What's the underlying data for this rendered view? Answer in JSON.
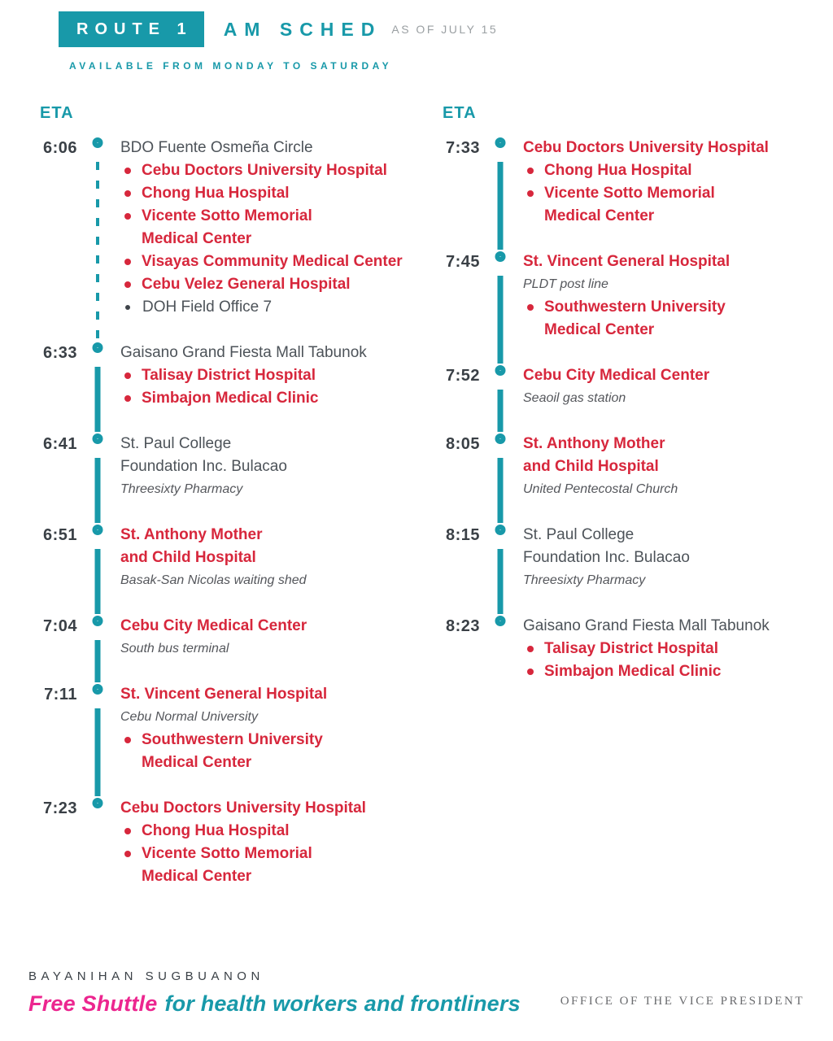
{
  "header": {
    "route_badge": "ROUTE 1",
    "sched_label": "AM SCHED",
    "as_of": "AS OF JULY 15",
    "availability": "AVAILABLE FROM MONDAY TO SATURDAY"
  },
  "eta_label": "ETA",
  "colors": {
    "teal": "#1899a9",
    "red": "#d7273c",
    "magenta": "#ec268f",
    "dark_text": "#3a4046",
    "gray_italic": "#55575c",
    "muted_gray": "#9ba0a3"
  },
  "columns": [
    {
      "stops": [
        {
          "time": "6:06",
          "title": [
            "BDO Fuente Osmeña Circle"
          ],
          "title_style": "dark",
          "bullets": [
            {
              "lines": [
                "Cebu Doctors University Hospital"
              ],
              "style": "red"
            },
            {
              "lines": [
                "Chong Hua Hospital"
              ],
              "style": "red"
            },
            {
              "lines": [
                "Vicente Sotto Memorial",
                "Medical Center"
              ],
              "style": "red"
            },
            {
              "lines": [
                "Visayas Community Medical Center"
              ],
              "style": "red"
            },
            {
              "lines": [
                "Cebu Velez General Hospital"
              ],
              "style": "red"
            },
            {
              "lines": [
                "DOH Field Office 7"
              ],
              "style": "dark"
            }
          ],
          "connector": "dashed"
        },
        {
          "time": "6:33",
          "title": [
            "Gaisano Grand Fiesta Mall Tabunok"
          ],
          "title_style": "dark",
          "bullets": [
            {
              "lines": [
                "Talisay District Hospital"
              ],
              "style": "red"
            },
            {
              "lines": [
                "Simbajon Medical Clinic"
              ],
              "style": "red"
            }
          ],
          "connector": "solid"
        },
        {
          "time": "6:41",
          "title": [
            "St. Paul College",
            "Foundation Inc. Bulacao"
          ],
          "title_style": "dark",
          "subtitle": "Threesixty Pharmacy",
          "bullets": [],
          "connector": "solid"
        },
        {
          "time": "6:51",
          "title": [
            "St. Anthony Mother",
            "and Child Hospital"
          ],
          "title_style": "red",
          "subtitle": "Basak-San Nicolas waiting shed",
          "bullets": [],
          "connector": "solid"
        },
        {
          "time": "7:04",
          "title": [
            "Cebu City Medical Center"
          ],
          "title_style": "red",
          "subtitle": "South bus terminal",
          "bullets": [],
          "connector": "solid"
        },
        {
          "time": "7:11",
          "title": [
            "St. Vincent General Hospital"
          ],
          "title_style": "red",
          "subtitle": "Cebu Normal University",
          "bullets": [
            {
              "lines": [
                "Southwestern University",
                "Medical Center"
              ],
              "style": "red"
            }
          ],
          "connector": "solid"
        },
        {
          "time": "7:23",
          "title": [
            "Cebu Doctors University Hospital"
          ],
          "title_style": "red",
          "bullets": [
            {
              "lines": [
                "Chong Hua Hospital"
              ],
              "style": "red"
            },
            {
              "lines": [
                "Vicente Sotto Memorial",
                "Medical Center"
              ],
              "style": "red"
            }
          ],
          "connector": "none"
        }
      ]
    },
    {
      "stops": [
        {
          "time": "7:33",
          "title": [
            "Cebu Doctors University Hospital"
          ],
          "title_style": "red",
          "bullets": [
            {
              "lines": [
                "Chong Hua Hospital"
              ],
              "style": "red"
            },
            {
              "lines": [
                "Vicente Sotto Memorial",
                "Medical Center"
              ],
              "style": "red"
            }
          ],
          "connector": "solid"
        },
        {
          "time": "7:45",
          "title": [
            "St. Vincent General Hospital"
          ],
          "title_style": "red",
          "subtitle": "PLDT post line",
          "bullets": [
            {
              "lines": [
                "Southwestern University",
                "Medical Center"
              ],
              "style": "red"
            }
          ],
          "connector": "solid"
        },
        {
          "time": "7:52",
          "title": [
            "Cebu City Medical Center"
          ],
          "title_style": "red",
          "subtitle": "Seaoil gas station",
          "bullets": [],
          "connector": "solid"
        },
        {
          "time": "8:05",
          "title": [
            "St. Anthony Mother",
            "and Child Hospital"
          ],
          "title_style": "red",
          "subtitle": "United Pentecostal Church",
          "bullets": [],
          "connector": "solid"
        },
        {
          "time": "8:15",
          "title": [
            "St. Paul College",
            "Foundation Inc. Bulacao"
          ],
          "title_style": "dark",
          "subtitle": "Threesixty Pharmacy",
          "bullets": [],
          "connector": "solid"
        },
        {
          "time": "8:23",
          "title": [
            "Gaisano Grand Fiesta Mall Tabunok"
          ],
          "title_style": "dark",
          "bullets": [
            {
              "lines": [
                "Talisay District Hospital"
              ],
              "style": "red"
            },
            {
              "lines": [
                "Simbajon Medical Clinic"
              ],
              "style": "red"
            }
          ],
          "connector": "none"
        }
      ]
    }
  ],
  "footer": {
    "program": "BAYANIHAN SUGBUANON",
    "tagline_highlight": "Free Shuttle",
    "tagline_rest": "for health workers and frontliners",
    "office": "OFFICE OF THE VICE PRESIDENT"
  }
}
